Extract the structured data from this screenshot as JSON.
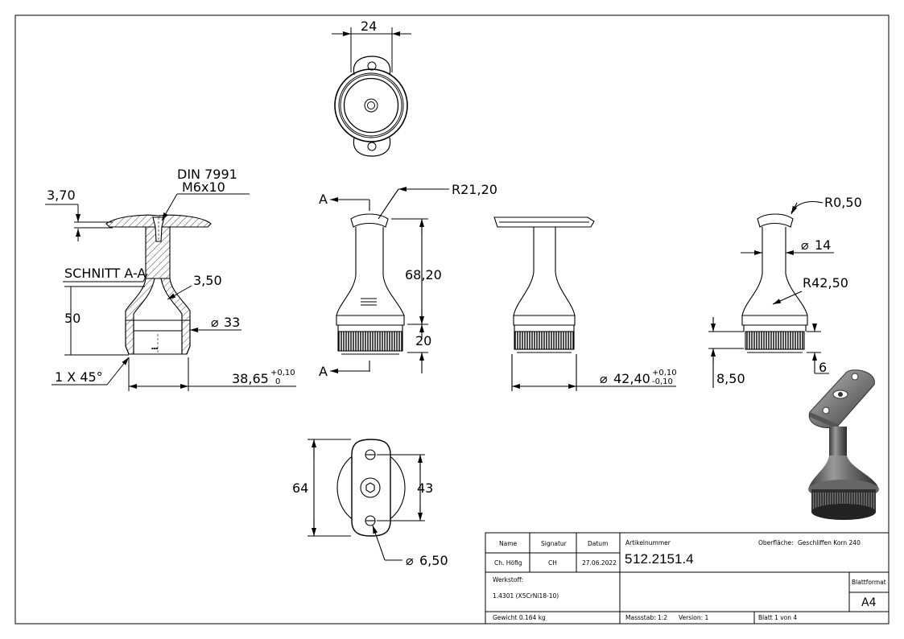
{
  "view_top": {
    "width_dim": "24"
  },
  "section": {
    "din_label": "DIN 7991",
    "screw_label": "M6x10",
    "plate_thickness": "3,70",
    "title": "SCHNITT A-A",
    "wall": "3,50",
    "height": "50",
    "diameter": "33",
    "chamfer": "1 X 45°",
    "width": "38,65",
    "width_tol_upper": "+0,10",
    "width_tol_lower": "0"
  },
  "view_front": {
    "cut_marker": "A",
    "radius": "R21,20",
    "height": "68,20",
    "ring_height": "20"
  },
  "view_side": {
    "diameter": "42,40",
    "tol_upper": "+0,10",
    "tol_lower": "-0,10"
  },
  "view_right": {
    "edge_radius": "R0,50",
    "stem_diameter": "14",
    "curve_radius": "R42,50",
    "ring_offset": "8,50",
    "groove": "6"
  },
  "view_bottom": {
    "height": "64",
    "hole_spacing": "43",
    "hole_diameter": "6,50"
  },
  "title_block": {
    "col_name": "Name",
    "col_signature": "Signatur",
    "col_date": "Datum",
    "name": "Ch. Höfig",
    "signature": "CH",
    "date": "27.06.2022",
    "article_label": "Artikelnummer",
    "article_prefix": "5",
    "article_number": "12.2151.4",
    "surface_label": "Oberfläche:",
    "surface_value": "Geschliffen Korn 240",
    "material_label": "Werkstoff:",
    "material_value": "1.4301 (X5CrNi18-10)",
    "format_label": "Blattformat",
    "format_value": "A4",
    "weight": "Gewicht 0.164 kg",
    "scale": "Massstab: 1:2",
    "version": "Version: 1",
    "sheet": "Blatt 1 von 4"
  },
  "symbols": {
    "diameter": "⌀"
  }
}
